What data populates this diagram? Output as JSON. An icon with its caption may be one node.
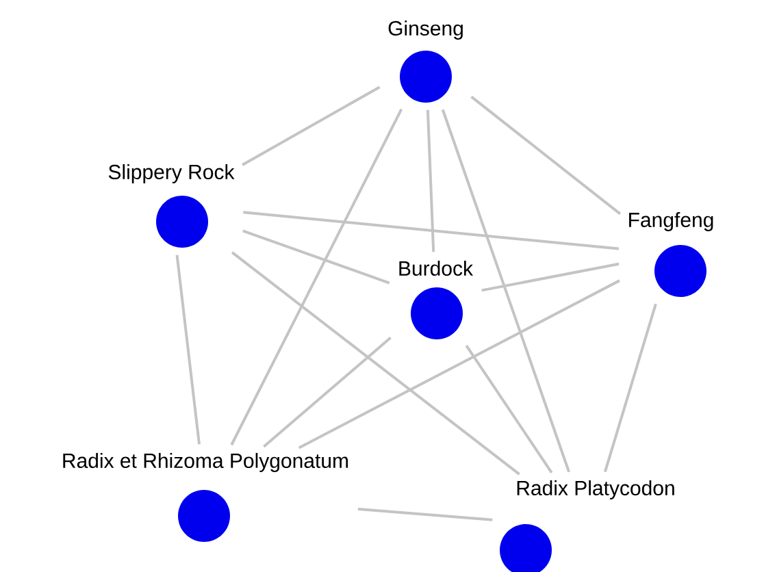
{
  "diagram": {
    "nodes": [
      {
        "text": [
          "Ginseng"
        ]
      },
      {
        "text": [
          "Slippery Rock"
        ]
      },
      {
        "text": [
          "Fangfeng"
        ]
      },
      {
        "text": [
          "Burdock"
        ]
      },
      {
        "text": [
          "Radix et Rhizoma Polygonatum"
        ]
      },
      {
        "text": [
          "Radix Platycodon"
        ]
      }
    ],
    "edges": [
      {
        "from": 0,
        "to": 1,
        "arrow": "none"
      },
      {
        "from": 0,
        "to": 2,
        "arrow": "none"
      },
      {
        "from": 0,
        "to": 3,
        "arrow": "none"
      },
      {
        "from": 0,
        "to": 4,
        "arrow": "none"
      },
      {
        "from": 0,
        "to": 5,
        "arrow": "none"
      },
      {
        "from": 1,
        "to": 2,
        "arrow": "none"
      },
      {
        "from": 1,
        "to": 3,
        "arrow": "none"
      },
      {
        "from": 1,
        "to": 4,
        "arrow": "none"
      },
      {
        "from": 1,
        "to": 5,
        "arrow": "none"
      },
      {
        "from": 2,
        "to": 3,
        "arrow": "none"
      },
      {
        "from": 2,
        "to": 4,
        "arrow": "none"
      },
      {
        "from": 2,
        "to": 5,
        "arrow": "none"
      },
      {
        "from": 3,
        "to": 4,
        "arrow": "none"
      },
      {
        "from": 3,
        "to": 5,
        "arrow": "none"
      },
      {
        "from": 4,
        "to": 5,
        "arrow": "none"
      }
    ]
  }
}
